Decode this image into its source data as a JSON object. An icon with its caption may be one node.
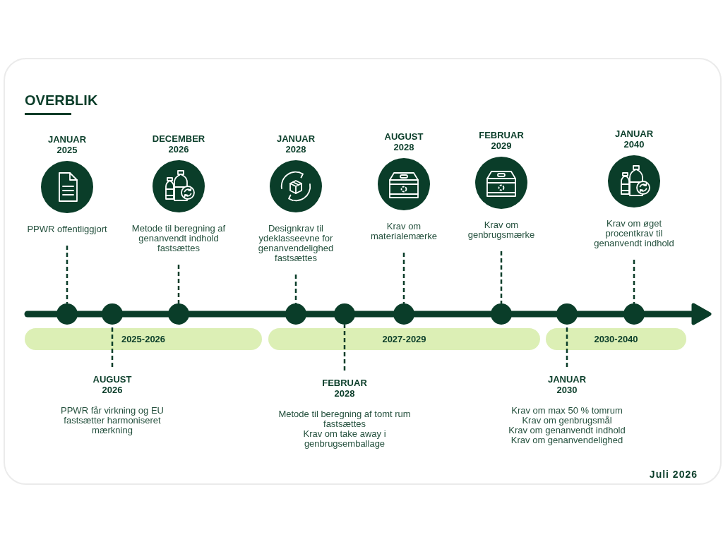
{
  "diagram": {
    "title": "OVERBLIK",
    "nodes": [
      {
        "text": [
          "JANUAR 2025",
          "PPWR offentliggjort"
        ]
      },
      {
        "text": [
          "DECEMBER 2026",
          "Metode til beregning af genanvendt indhold fastsættes"
        ]
      },
      {
        "text": [
          "JANUAR 2028",
          "Designkrav til ydeklasseevne for genanvendelighed fastsættes"
        ]
      },
      {
        "text": [
          "AUGUST 2028",
          "Krav om materialemærke"
        ]
      },
      {
        "text": [
          "FEBRUAR 2029",
          "Krav om genbrugsmærke"
        ]
      },
      {
        "text": [
          "JANUAR 2040",
          "Krav om øget procentkrav til genanvendt indhold"
        ]
      },
      {
        "text": [],
        "shape": "circle"
      },
      {
        "text": [],
        "shape": "circle"
      },
      {
        "text": [],
        "shape": "circle"
      },
      {
        "text": [],
        "shape": "circle"
      },
      {
        "text": [],
        "shape": "circle"
      },
      {
        "text": [],
        "shape": "circle"
      },
      {
        "text": [],
        "shape": "circle"
      },
      {
        "text": [],
        "shape": "circle"
      },
      {
        "text": [],
        "shape": "circle"
      },
      {
        "text": [
          "2025-2026"
        ]
      },
      {
        "text": [
          "2027-2029"
        ]
      },
      {
        "text": [
          "2030-2040"
        ]
      },
      {
        "text": [
          "AUGUST 2026",
          "PPWR får virkning og EU fastsætter harmoniseret mærkning"
        ]
      },
      {
        "text": [
          "FEBRUAR 2028",
          "Metode til beregning af tomt rum fastsættes",
          "Krav om take away i genbrugsemballage"
        ]
      },
      {
        "text": [
          "JANUAR 2030",
          "Krav om max 50 % tomrum",
          "Krav om genbrugsmål",
          "Krav om genanvendt indhold",
          "Krav om genanvendelighed"
        ]
      }
    ],
    "edges": [
      {
        "from": 0,
        "to": 6,
        "arrow": "none",
        "style": "dashed"
      },
      {
        "from": 1,
        "to": 8,
        "arrow": "none",
        "style": "dashed"
      },
      {
        "from": 2,
        "to": 9,
        "arrow": "none",
        "style": "dashed"
      },
      {
        "from": 3,
        "to": 11,
        "arrow": "none",
        "style": "dashed"
      },
      {
        "from": 4,
        "to": 12,
        "arrow": "none",
        "style": "dashed"
      },
      {
        "from": 5,
        "to": 14,
        "arrow": "none",
        "style": "dashed"
      },
      {
        "from": 18,
        "to": 7,
        "arrow": "none",
        "style": "dashed"
      },
      {
        "from": 19,
        "to": 10,
        "arrow": "none",
        "style": "dashed"
      },
      {
        "from": 20,
        "to": 13,
        "arrow": "none",
        "style": "dashed"
      }
    ],
    "labels": [
      "Juli 2026"
    ]
  }
}
